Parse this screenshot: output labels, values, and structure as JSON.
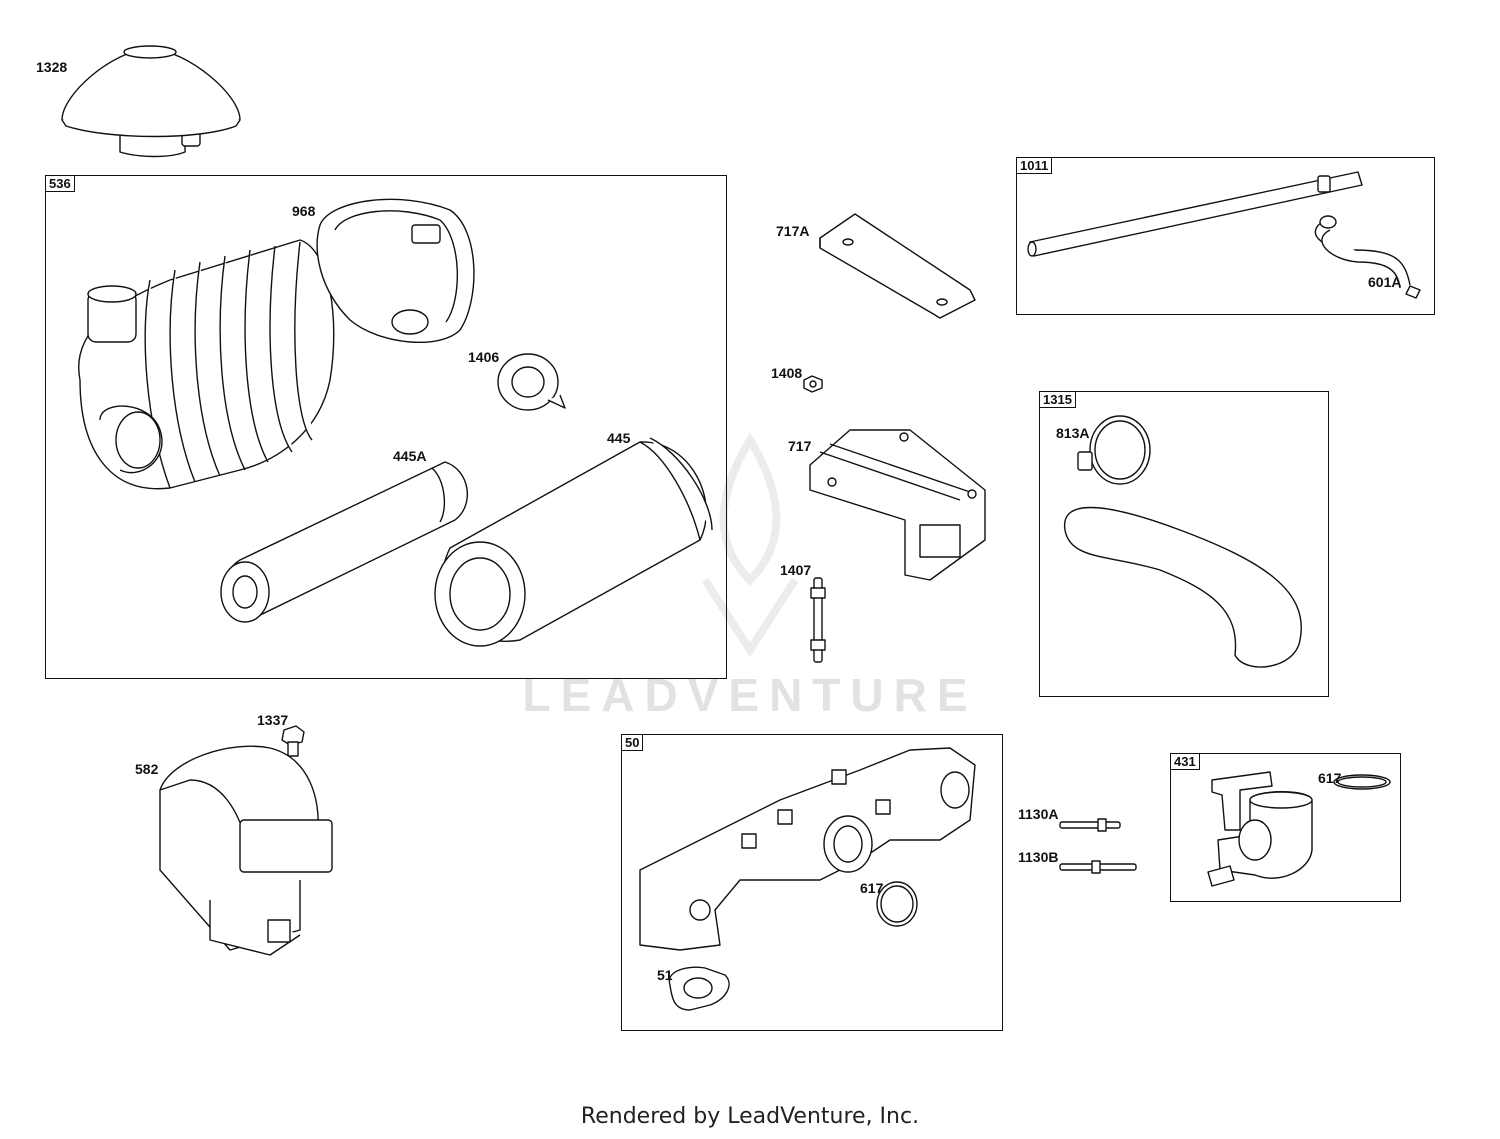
{
  "footer": "Rendered by LeadVenture, Inc.",
  "watermark": "LEADVENTURE",
  "groups": {
    "g536": "536",
    "g1011": "1011",
    "g1315": "1315",
    "g50": "50",
    "g431": "431"
  },
  "parts": {
    "p1328": "1328",
    "p968": "968",
    "p1406": "1406",
    "p445A": "445A",
    "p445": "445",
    "p717A": "717A",
    "p1408": "1408",
    "p717": "717",
    "p1407": "1407",
    "p601A": "601A",
    "p813A": "813A",
    "p1337": "1337",
    "p582": "582",
    "p617a": "617",
    "p51": "51",
    "p1130A": "1130A",
    "p1130B": "1130B",
    "p617b": "617"
  }
}
